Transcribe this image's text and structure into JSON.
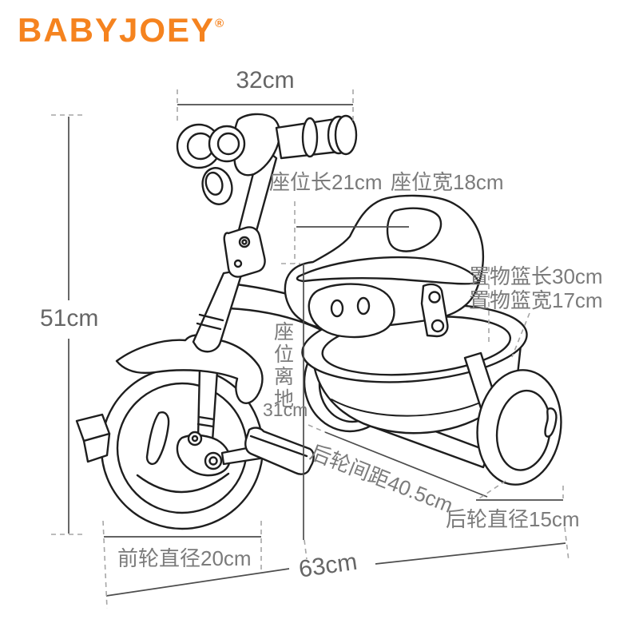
{
  "brand": {
    "logo_text": "BABYJOEY",
    "registered_mark": "®",
    "logo_color": "#F5831F"
  },
  "dimensions": {
    "handlebar_width": "32cm",
    "overall_height": "51cm",
    "seat_length": "座位长21cm",
    "seat_width": "座位宽18cm",
    "basket_length": "置物篮长30cm",
    "basket_width": "置物篮宽17cm",
    "seat_to_ground_label": "座位离地",
    "seat_to_ground_value": "31cm",
    "rear_wheel_spacing": "后轮间距40.5cm",
    "rear_wheel_diameter": "后轮直径15cm",
    "front_wheel_diameter": "前轮直径20cm",
    "overall_length": "63cm"
  },
  "colors": {
    "brand_orange": "#F5831F",
    "drawing_line": "#1e1e1e",
    "dimension_line": "#4d4d4d",
    "tick_line": "#a6a6a6",
    "label_text": "#7b7b7b"
  }
}
